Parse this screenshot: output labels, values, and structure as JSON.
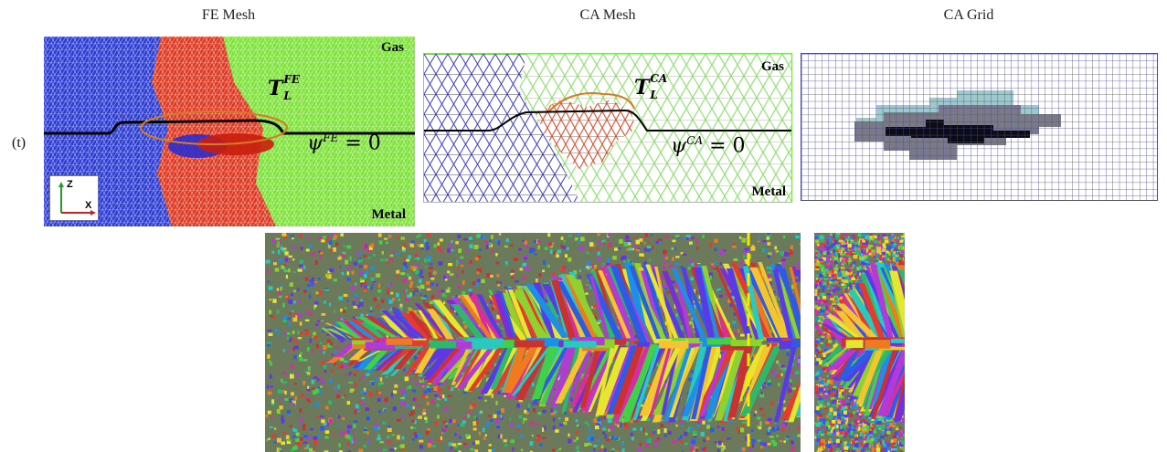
{
  "panels": {
    "fe_mesh": {
      "title": "FE Mesh",
      "gas_label": "Gas",
      "metal_label": "Metal",
      "temp_symbol": "T",
      "temp_sub": "L",
      "temp_sup": "FE",
      "psi_symbol": "ψ",
      "psi_sup": "FE",
      "psi_eq": "= 0",
      "axis_z": "Z",
      "axis_x": "X"
    },
    "ca_mesh": {
      "title": "CA Mesh",
      "gas_label": "Gas",
      "metal_label": "Metal",
      "temp_symbol": "T",
      "temp_sub": "L",
      "temp_sup": "CA",
      "psi_symbol": "ψ",
      "psi_sup": "CA",
      "psi_eq": "= 0"
    },
    "ca_grid": {
      "title": "CA Grid"
    }
  },
  "step_label": "(t)",
  "colors": {
    "mesh_blue": "#2f3fd6",
    "mesh_red": "#e03a22",
    "mesh_green": "#7fe33c",
    "ca_edge_blue": "#3b3bd0",
    "ca_edge_green": "#7ee05a",
    "ca_edge_red": "#e0502e",
    "contour_orange": "#d87a22",
    "grid_line": "#4a4a9a",
    "dashed_yellow": "#ffe800"
  }
}
